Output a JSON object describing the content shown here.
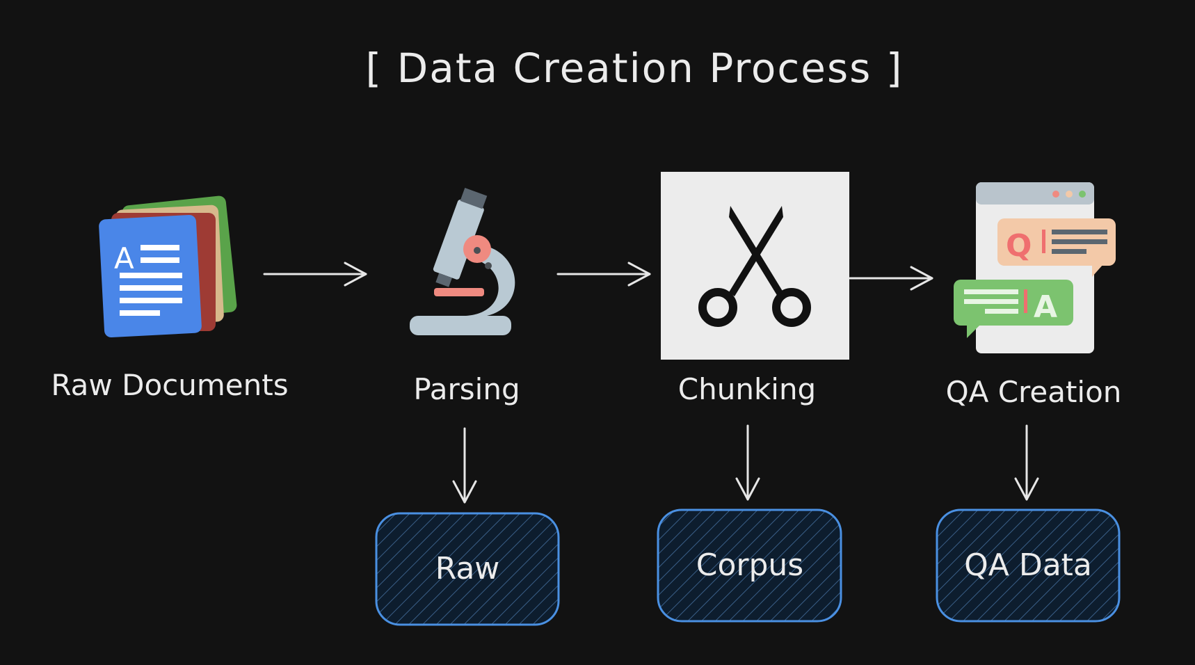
{
  "title": "[ Data Creation Process ]",
  "steps": [
    {
      "label": "Raw Documents",
      "icon": "documents-icon"
    },
    {
      "label": "Parsing",
      "icon": "microscope-icon"
    },
    {
      "label": "Chunking",
      "icon": "scissors-icon"
    },
    {
      "label": "QA Creation",
      "icon": "qa-chat-icon"
    }
  ],
  "outputs": [
    {
      "label": "Raw"
    },
    {
      "label": "Corpus"
    },
    {
      "label": "QA Data"
    }
  ],
  "colors": {
    "background": "#121212",
    "text": "#ececec",
    "box_border": "#4a90e2",
    "box_fill": "#0f2236",
    "doc_blue": "#4a86e8",
    "doc_red": "#9e3b34",
    "doc_beige": "#d7b98c",
    "doc_green": "#5aa34a",
    "microscope_body": "#b9c9d3",
    "microscope_accent": "#ef8a80",
    "scissors_bg": "#ececec",
    "q_bubble": "#f3c9a8",
    "a_bubble": "#7cc36f"
  }
}
